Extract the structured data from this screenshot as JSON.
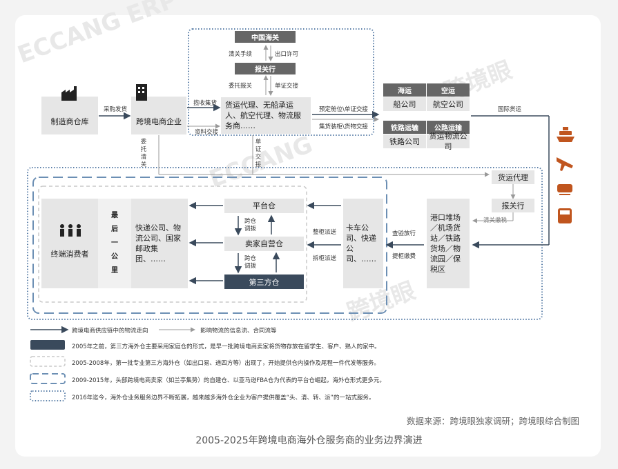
{
  "flow_top": {
    "manufacturer": "制造商仓库",
    "purchase_ship": "采购发货",
    "cross_border_company": "跨境电商企业",
    "notify_goods": "揽收集货",
    "doc_exchange": "资料交接",
    "forwarder": "货运代理、无船承运人、航空代理、物流服务商……",
    "china_customs": "中国海关",
    "clearance": "清关手续",
    "export_permit": "出口许可",
    "declaration": "报关行",
    "entrust_declare": "委托报关",
    "doc_handover": "单证交接",
    "book_space": "预定舱位\\单证交接",
    "container_pack": "集货装柜\\货物交接",
    "sea": "海运",
    "air": "空运",
    "ship_company": "船公司",
    "airline": "航空公司",
    "rail": "铁路运输",
    "road": "公路运输",
    "rail_company": "铁路公司",
    "freight_company": "货运物流公司",
    "intl_freight": "国际货运",
    "entrust_clear_v": "委托清关",
    "doc_handover_v": "单证交接"
  },
  "flow_bottom": {
    "consumer": "终端消费者",
    "last_mile": "最后一公里",
    "couriers": "快递公司、物流公司、国家邮政集团、……",
    "platform_wh": "平台仓",
    "seller_wh": "卖家自营仓",
    "third_party_wh": "第三方仓",
    "cross_wh_1": "跨仓调拨",
    "cross_wh_2": "跨仓调拨",
    "whole_cabinet": "整柜派送",
    "split_cabinet": "拆柜派送",
    "truck": "卡车公司、快递公司、……",
    "check_release": "查验放行",
    "pickup_fee": "提柜缴费",
    "port": "港口堆场／机场货站／铁路货场／物流园／保税区",
    "freight_agent": "货运代理",
    "customs_broker": "报关行",
    "clear_tax": "清关缴税"
  },
  "legend": {
    "solid_arrow": "跨境电商供应链中的物流走向",
    "thin_arrow": "影响物流的信息流、合同流等",
    "item1": "2005年之前，第三方海外仓主要采用家庭仓的形式，是早一批跨境电商卖家将货物存放在留学生、客户、熟人的家中。",
    "item2": "2005-2008年，第一批专业第三方海外仓（如出口易、递四方等）出现了，开始提供仓内操作及尾程一件代发等服务。",
    "item3": "2009-2015年，头部跨境电商卖家（如兰亭集势）的自建仓、以亚马逊FBA仓为代表的平台仓崛起，海外仓形式更多元。",
    "item4": "2016年迄今，海外仓业务服务边界不断拓展，越来越多海外仓企业为客户提供覆盖“头、清、转、派”的一站式服务。"
  },
  "source": "数据来源：跨境眼独家调研；跨境眼综合制图",
  "caption": "2005-2025年跨境电商海外仓服务商的业务边界演进",
  "watermarks": [
    "ECCANG ERP",
    "跨境眼",
    "ECCANG",
    "跨境眼"
  ],
  "colors": {
    "navy": "#3a4a5c",
    "dark_gray": "#666666",
    "box_gray": "#e6e6e6",
    "dash_blue": "#5b7fa8"
  }
}
